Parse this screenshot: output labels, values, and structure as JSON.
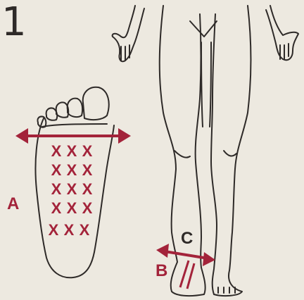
{
  "step_number": "1",
  "labels": {
    "a": "A",
    "b": "B",
    "c": "C"
  },
  "colors": {
    "background": "#ede9e0",
    "ink": "#2e2a28",
    "accent": "#a3233a"
  },
  "marks": {
    "glyph": "X",
    "rows": [
      [
        "X",
        "X",
        "X"
      ],
      [
        "X",
        "X",
        "X"
      ],
      [
        "X",
        "X",
        "X"
      ],
      [
        "X",
        "X",
        "X"
      ],
      [
        "X",
        "X",
        "X"
      ]
    ]
  }
}
